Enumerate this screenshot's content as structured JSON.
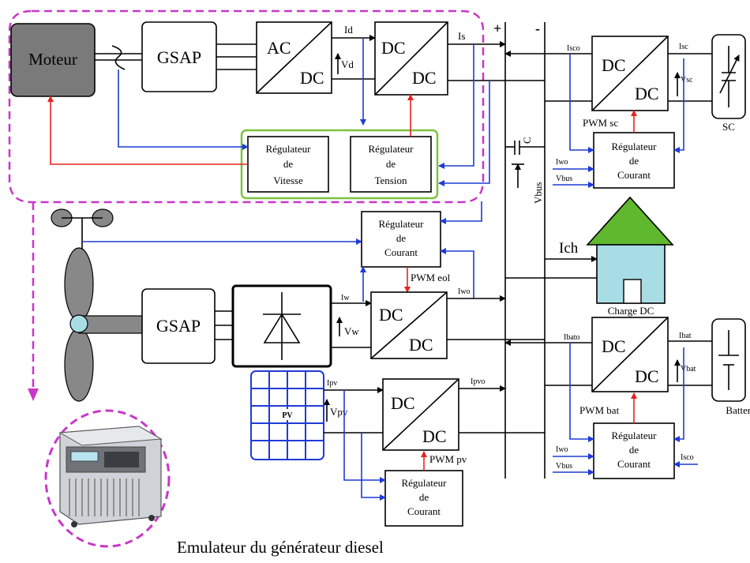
{
  "blocks": {
    "moteur": "Moteur",
    "gsap_top": "GSAP",
    "gsap_bottom": "GSAP",
    "acdc_in": "AC",
    "acdc_out": "DC",
    "dc_in": "DC",
    "dc_out": "DC",
    "pv": "PV",
    "sc": "SC",
    "charge": "Charge DC",
    "batterie": "Batterie"
  },
  "regulators": {
    "vitesse": [
      "Régulateur",
      "de",
      "Vitesse"
    ],
    "tension": [
      "Régulateur",
      "de",
      "Tension"
    ],
    "courant": [
      "Régulateur",
      "de",
      "Courant"
    ]
  },
  "signals": {
    "id": "Id",
    "vd": "Vd",
    "is": "Is",
    "isco": "Isco",
    "isc": "Isc",
    "vsc": "Vsc",
    "pwm_sc": "PWM sc",
    "iwo": "Iwo",
    "vbus": "Vbus",
    "c": "C",
    "ich": "Ich",
    "pwm_eol": "PWM eol",
    "iw": "Iw",
    "vw": "Vw",
    "ibato": "Ibato",
    "ibat": "Ibat",
    "vbat": "Vbat",
    "pwm_bat": "PWM bat",
    "ipv": "Ipv",
    "vpv": "Vpv",
    "ipvo": "Ipvo",
    "pwm_pv": "PWM pv",
    "plus": "+",
    "minus": "-"
  },
  "caption": "Emulateur du générateur diesel",
  "colors": {
    "control": "#1f3bd6",
    "pwm": "#e8231e",
    "frame": "#c837c8",
    "regulator_frame": "#7cc242",
    "roof": "#5fb82e",
    "house": "#a9dde6",
    "motor": "#7a7a7a",
    "pv_grid": "#1f3bd6"
  }
}
